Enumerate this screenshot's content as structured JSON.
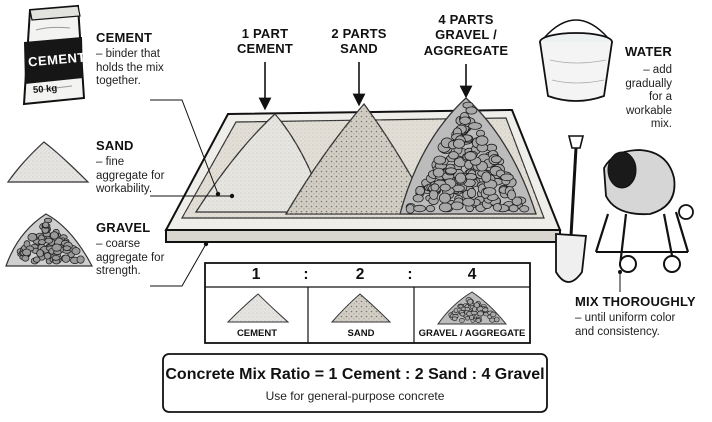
{
  "bag_label": "CEMENT",
  "bag_weight": "50 kg",
  "left": {
    "cement": {
      "title": "CEMENT",
      "desc": "– binder that holds the mix together."
    },
    "sand": {
      "title": "SAND",
      "desc": "– fine aggregate for workability."
    },
    "gravel": {
      "title": "GRAVEL",
      "desc": "– coarse aggregate for strength."
    }
  },
  "top": {
    "cement": {
      "line1": "1 PART",
      "line2": "CEMENT"
    },
    "sand": {
      "line1": "2 PARTS",
      "line2": "SAND"
    },
    "gravel": {
      "line1": "4 PARTS",
      "line2": "GRAVEL /",
      "line3": "AGGREGATE"
    }
  },
  "right": {
    "water": {
      "title": "WATER",
      "desc": "– add gradually for a workable mix."
    },
    "mix": {
      "title": "MIX THOROUGHLY",
      "desc": "– until uniform color and consistency."
    }
  },
  "ratio_box": {
    "values": [
      "1",
      "2",
      "4"
    ],
    "separator": ":",
    "labels": [
      "CEMENT",
      "SAND",
      "GRAVEL / AGGREGATE"
    ]
  },
  "footer": {
    "title": "Concrete Mix Ratio = 1 Cement : 2 Sand : 4 Gravel",
    "subtitle": "Use for general-purpose concrete"
  },
  "colors": {
    "ink": "#111111",
    "sand": "#b9b2a6",
    "cement": "#d8d6d2",
    "gravel": "#8f8f8f"
  }
}
